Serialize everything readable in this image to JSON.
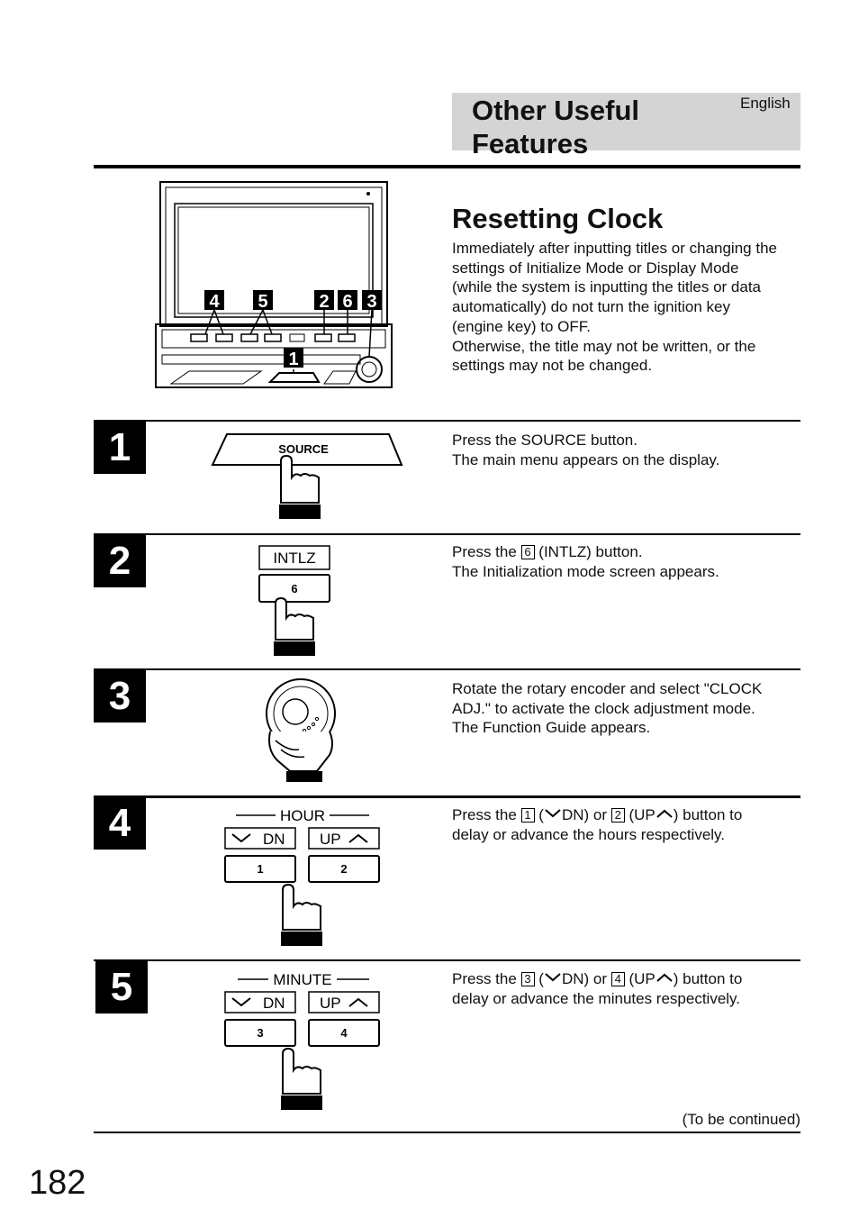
{
  "header": {
    "section_title_line1": "Other Useful",
    "section_title_line2": "Features",
    "language": "English"
  },
  "figure": {
    "callouts": [
      "4",
      "5",
      "2",
      "6",
      "3",
      "1"
    ]
  },
  "main": {
    "title": "Resetting Clock",
    "intro_lines": [
      "Immediately after inputting titles or changing the",
      "settings of Initialize Mode or Display Mode",
      "(while the system is inputting the titles or data",
      "automatically) do not turn the ignition key",
      "(engine key) to OFF.",
      "Otherwise, the title may not be written, or the",
      "settings may not be changed."
    ]
  },
  "steps": [
    {
      "number": "1",
      "button_label": "SOURCE",
      "lines": [
        "Press the SOURCE button.",
        "The main menu appears on the display."
      ]
    },
    {
      "number": "2",
      "function_label": "INTLZ",
      "button_label": "6",
      "line1_prefix": "Press the",
      "line1_key": "6",
      "line1_suffix": "(INTLZ) button.",
      "line2": "The Initialization mode screen appears."
    },
    {
      "number": "3",
      "lines": [
        "Rotate the rotary encoder and select \"CLOCK",
        "ADJ.\" to activate the clock adjustment mode.",
        "The Function Guide appears."
      ]
    },
    {
      "number": "4",
      "group_label": "HOUR",
      "dn_label": "DN",
      "up_label": "UP",
      "key_dn": "1",
      "key_up": "2",
      "line1_a": "Press the",
      "line1_b": "(",
      "line1_c": "DN) or",
      "line1_d": "(UP",
      "line1_e": ") button to",
      "line2": "delay or advance the hours respectively."
    },
    {
      "number": "5",
      "group_label": "MINUTE",
      "dn_label": "DN",
      "up_label": "UP",
      "key_dn": "3",
      "key_up": "4",
      "line1_a": "Press the",
      "line1_b": "(",
      "line1_c": "DN) or",
      "line1_d": "(UP",
      "line1_e": ") button to",
      "line2": "delay or advance the minutes respectively."
    }
  ],
  "footer": {
    "continued": "(To be continued)",
    "page_number": "182"
  }
}
